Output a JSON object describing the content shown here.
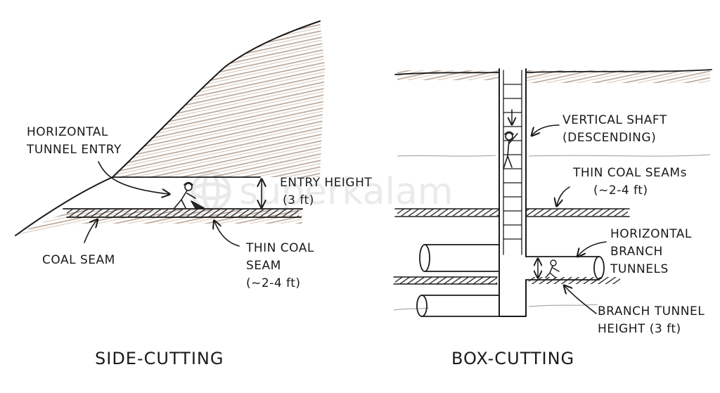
{
  "watermark": "superkalam",
  "side_cutting": {
    "title": "SIDE-CUTTING",
    "entry_label": [
      "HORIZONTAL",
      "TUNNEL ENTRY"
    ],
    "height_label": [
      "ENTRY HEIGHT",
      "(3 ft)"
    ],
    "coal_seam_label": "COAL SEAM",
    "thin_seam_label": [
      "THIN COAL",
      "SEAM",
      "(~2-4 ft)"
    ]
  },
  "box_cutting": {
    "title": "BOX-CUTTING",
    "shaft_label": [
      "VERTICAL SHAFT",
      "(DESCENDING)"
    ],
    "thin_seams_label": [
      "THIN COAL SEAMs",
      "(~2-4 ft)"
    ],
    "branch_label": [
      "HORIZONTAL",
      "BRANCH",
      "TUNNELS"
    ],
    "branch_height_label": [
      "BRANCH TUNNEL",
      "HEIGHT (3 ft)"
    ]
  },
  "colors": {
    "earth": "#a0826d",
    "ink": "#1a1a1a",
    "coal": "#3a3a3a"
  }
}
